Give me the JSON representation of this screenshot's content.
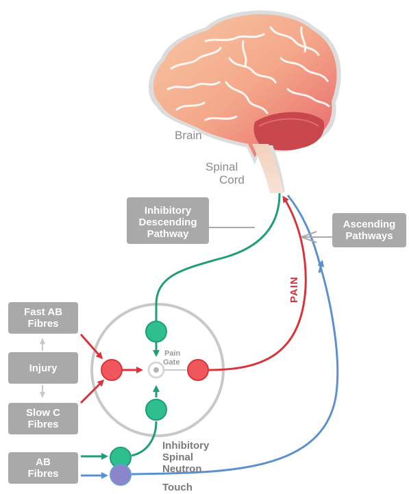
{
  "brain": {
    "label": "Brain"
  },
  "spinal_cord": {
    "line1": "Spinal",
    "line2": "Cord"
  },
  "descending": {
    "line1": "Inhibitory",
    "line2": "Descending",
    "line3": "Pathway"
  },
  "ascending": {
    "line1": "Ascending",
    "line2": "Pathways"
  },
  "pain_label": "PAIN",
  "fast_ab": {
    "line1": "Fast AB",
    "line2": "Fibres"
  },
  "injury": {
    "label": "Injury"
  },
  "slow_c": {
    "line1": "Slow C",
    "line2": "Fibres"
  },
  "ab_fibres": {
    "line1": "AB",
    "line2": "Fibres"
  },
  "pain_gate": {
    "line1": "Pain",
    "line2": "Gate"
  },
  "neuron": {
    "line1": "Inhibitory",
    "line2": "Spinal",
    "line3": "Neutron"
  },
  "touch": {
    "label": "Touch"
  },
  "colors": {
    "green": "#2aa57e",
    "red": "#e3494f",
    "blue": "#6b9bd4",
    "purple": "#8a86c9",
    "box": "#a9a9a9"
  }
}
